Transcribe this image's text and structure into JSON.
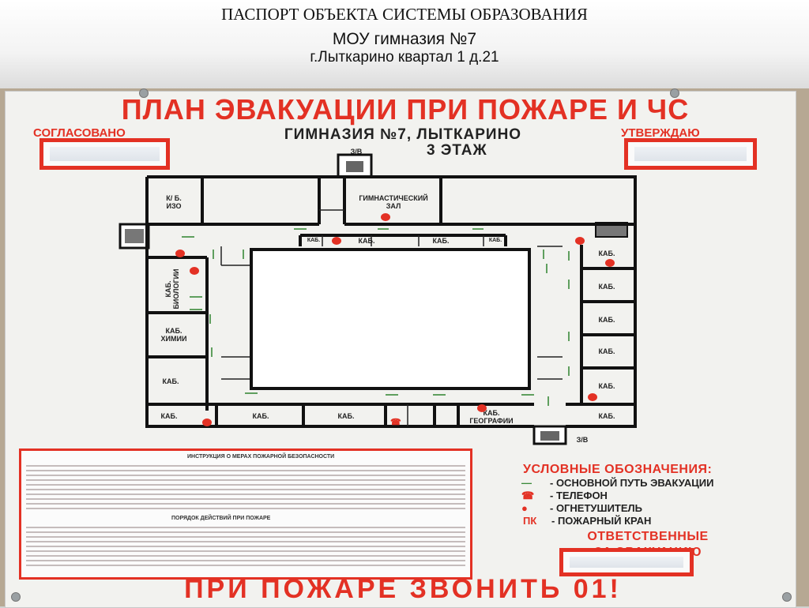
{
  "header": {
    "title": "ПАСПОРТ ОБЪЕКТА СИСТЕМЫ ОБРАЗОВАНИЯ",
    "school": "МОУ гимназия №7",
    "address": "г.Лыткарино квартал 1 д.21"
  },
  "plan": {
    "title": "ПЛАН ЭВАКУАЦИИ ПРИ ПОЖАРЕ И ЧС",
    "agreed": "СОГЛАСОВАНО",
    "approve": "УТВЕРЖДАЮ",
    "subtitle": "ГИМНАЗИЯ №7, ЛЫТКАРИНО",
    "floor": "3 ЭТАЖ",
    "exit_top": "З/В",
    "exit_bottom": "З/В",
    "rooms": {
      "iso": "К/ Б. ИЗО",
      "gym": "ГИМНАСТИЧЕСКИЙ ЗАЛ",
      "biology": "КАБ. БИОЛОГИИ",
      "chemistry": "КАБ. ХИМИИ",
      "geography": "КАБ. ГЕОГРАФИИ",
      "cab": "КАБ."
    }
  },
  "instructions": {
    "title": "ИНСТРУКЦИЯ О МЕРАХ ПОЖАРНОЙ БЕЗОПАСНОСТИ",
    "section2": "ПОРЯДОК ДЕЙСТВИЙ ПРИ ПОЖАРЕ"
  },
  "legend": {
    "title": "УСЛОВНЫЕ ОБОЗНАЧЕНИЯ:",
    "items": [
      {
        "symbol": "—",
        "label": "- ОСНОВНОЙ ПУТЬ ЭВАКУАЦИИ"
      },
      {
        "symbol": "☎",
        "label": "- ТЕЛЕФОН"
      },
      {
        "symbol": "●",
        "label": "- ОГНЕТУШИТЕЛЬ"
      },
      {
        "symbol": "ПК",
        "label": "- ПОЖАРНЫЙ КРАН"
      }
    ]
  },
  "responsible": {
    "line1": "ОТВЕТСТВЕННЫЕ",
    "line2": "ЗА ЭВАКУАЦИЮ"
  },
  "bottom": "ПРИ ПОЖАРЕ ЗВОНИТЬ 01!",
  "colors": {
    "accent_red": "#e33124",
    "route_green": "#3a8a3a"
  }
}
